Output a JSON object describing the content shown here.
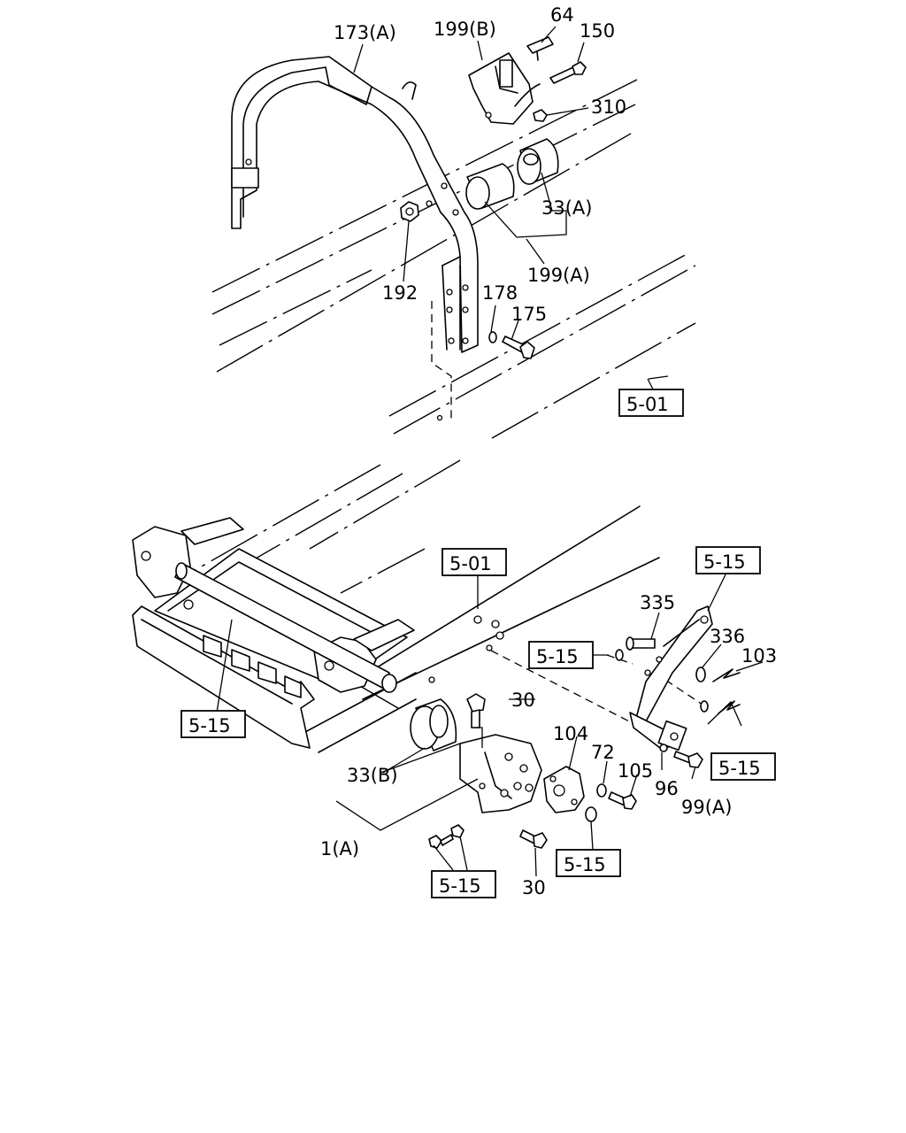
{
  "labels": {
    "l173a": "173(A)",
    "l199b": "199(B)",
    "l64": "64",
    "l150": "150",
    "l310": "310",
    "l33a": "33(A)",
    "l199a": "199(A)",
    "l192": "192",
    "l178": "178",
    "l175": "175",
    "l335": "335",
    "l336": "336",
    "l103": "103",
    "l30a": "30",
    "l104": "104",
    "l72": "72",
    "l105": "105",
    "l96": "96",
    "l99a": "99(A)",
    "l33b": "33(B)",
    "l1a": "1(A)",
    "l30b": "30"
  },
  "refs": {
    "r501a": "5-01",
    "r501b": "5-01",
    "r515a": "5-15",
    "r515b": "5-15",
    "r515c": "5-15",
    "r515d": "5-15",
    "r515e": "5-15",
    "r515f": "5-15"
  }
}
